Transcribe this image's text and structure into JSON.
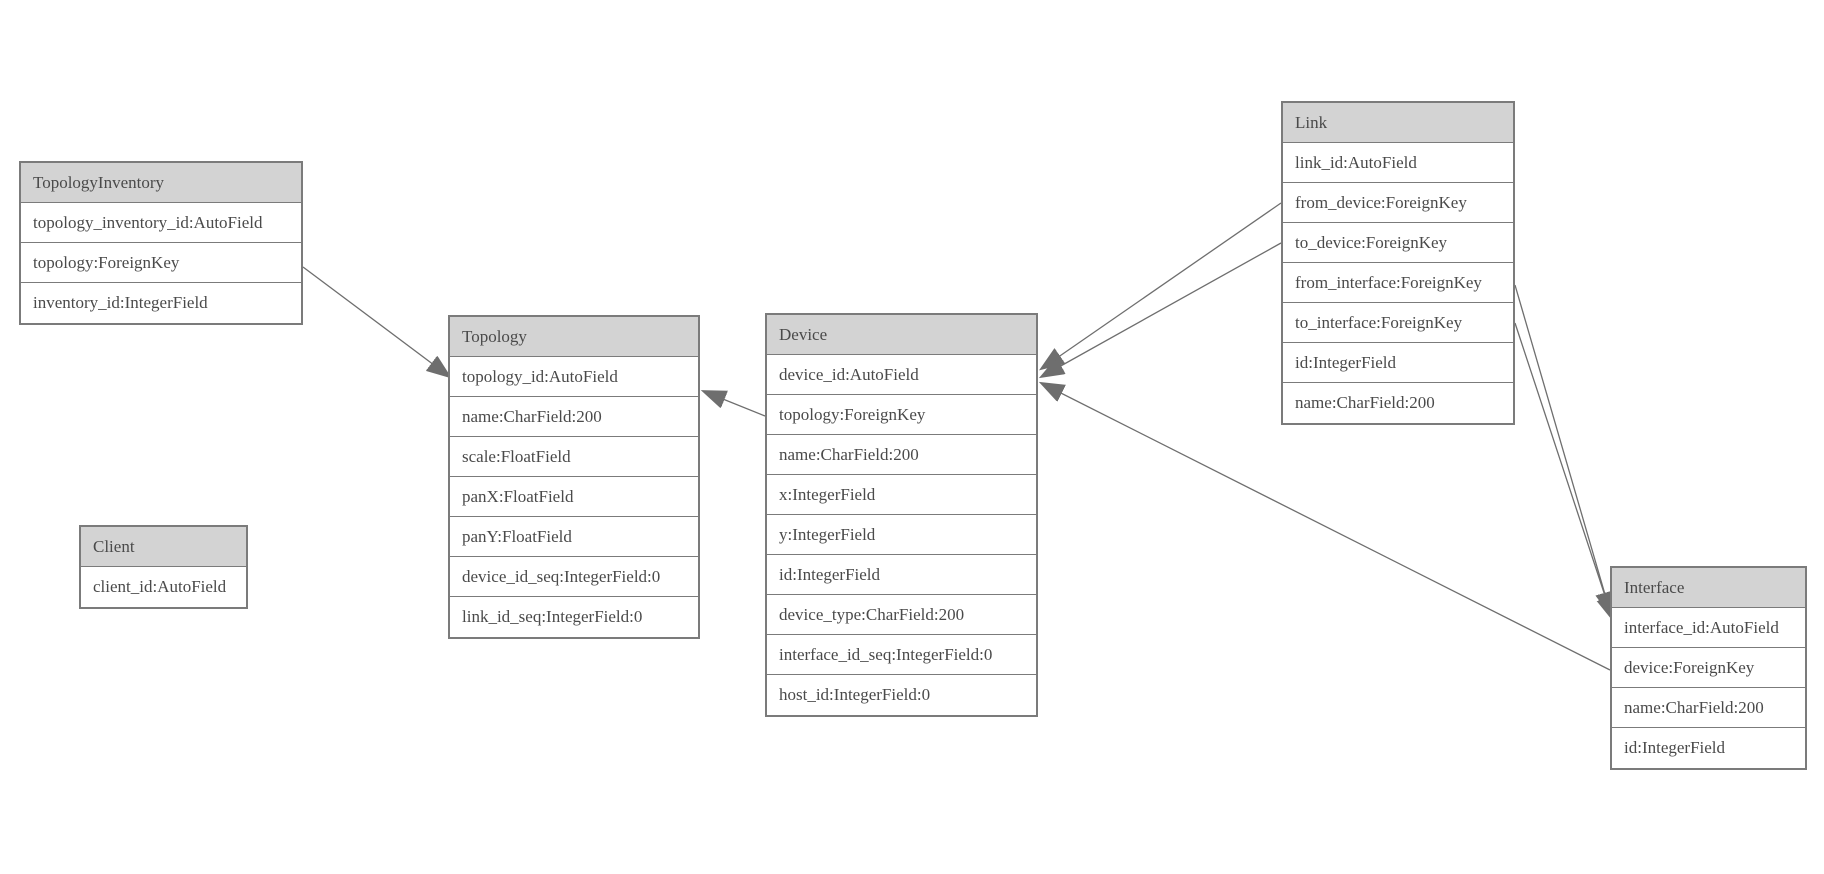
{
  "diagram": {
    "colors": {
      "header_fill": "#d3d3d3",
      "row_fill": "#ffffff",
      "border": "#7b7b7b",
      "text": "#4a4a4a",
      "edge": "#6e6e6e",
      "background": "#ffffff"
    },
    "tables": {
      "topology_inventory": {
        "title": "TopologyInventory",
        "rows": [
          "topology_inventory_id:AutoField",
          "topology:ForeignKey",
          "inventory_id:IntegerField"
        ]
      },
      "topology": {
        "title": "Topology",
        "rows": [
          "topology_id:AutoField",
          "name:CharField:200",
          "scale:FloatField",
          "panX:FloatField",
          "panY:FloatField",
          "device_id_seq:IntegerField:0",
          "link_id_seq:IntegerField:0"
        ]
      },
      "client": {
        "title": "Client",
        "rows": [
          "client_id:AutoField"
        ]
      },
      "device": {
        "title": "Device",
        "rows": [
          "device_id:AutoField",
          "topology:ForeignKey",
          "name:CharField:200",
          "x:IntegerField",
          "y:IntegerField",
          "id:IntegerField",
          "device_type:CharField:200",
          "interface_id_seq:IntegerField:0",
          "host_id:IntegerField:0"
        ]
      },
      "link": {
        "title": "Link",
        "rows": [
          "link_id:AutoField",
          "from_device:ForeignKey",
          "to_device:ForeignKey",
          "from_interface:ForeignKey",
          "to_interface:ForeignKey",
          "id:IntegerField",
          "name:CharField:200"
        ]
      },
      "interface": {
        "title": "Interface",
        "rows": [
          "interface_id:AutoField",
          "device:ForeignKey",
          "name:CharField:200",
          "id:IntegerField"
        ]
      }
    },
    "edges": [
      {
        "from": "TopologyInventory.topology",
        "to": "Topology.topology_id"
      },
      {
        "from": "Device.topology",
        "to": "Topology.topology_id"
      },
      {
        "from": "Link.from_device",
        "to": "Device.device_id"
      },
      {
        "from": "Link.to_device",
        "to": "Device.device_id"
      },
      {
        "from": "Interface.device",
        "to": "Device.device_id"
      },
      {
        "from": "Link.from_interface",
        "to": "Interface.interface_id"
      },
      {
        "from": "Link.to_interface",
        "to": "Interface.interface_id"
      }
    ]
  }
}
